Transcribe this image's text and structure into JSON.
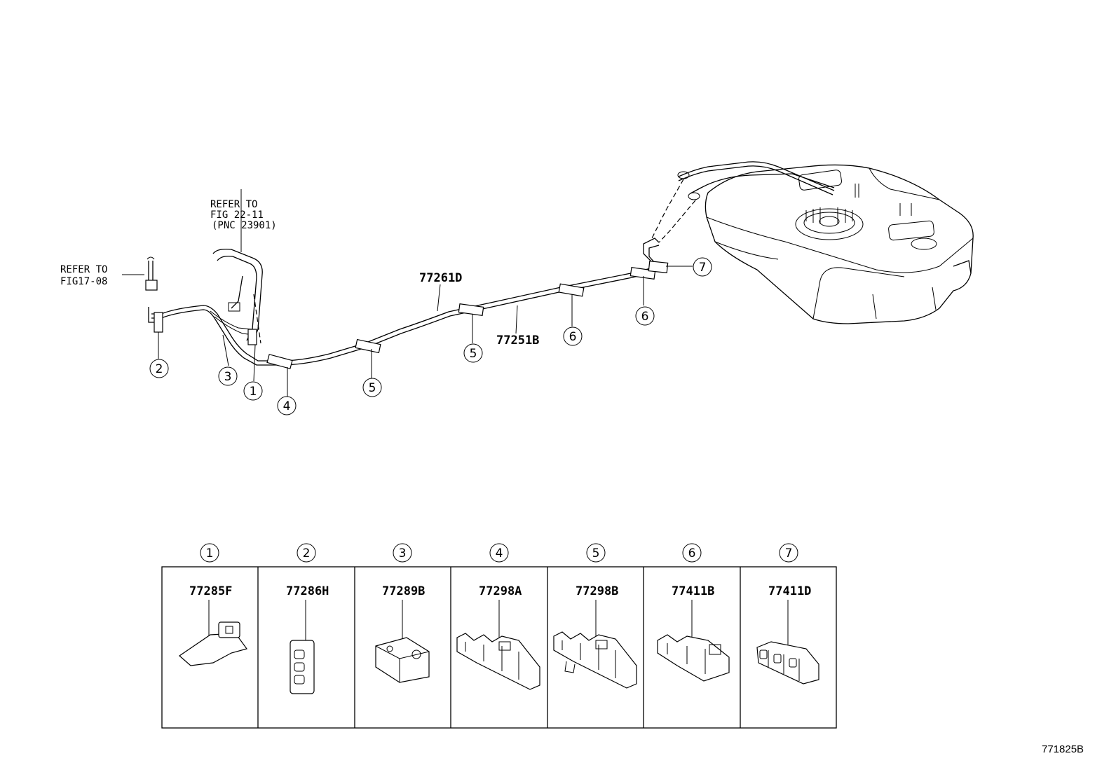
{
  "diagram_code": "771825B",
  "references": {
    "fig_22_11": {
      "line1": "REFER TO",
      "line2": "FIG 22-11",
      "line3": "(PNC 23901)"
    },
    "fig_17_08": {
      "line1": "REFER TO",
      "line2": "FIG17-08"
    }
  },
  "main_parts": {
    "tube_main": "77261D",
    "tube_return": "77251B"
  },
  "callouts": {
    "c1": "1",
    "c2": "2",
    "c3": "3",
    "c4": "4",
    "c5a": "5",
    "c5b": "5",
    "c6a": "6",
    "c6b": "6",
    "c7": "7"
  },
  "legend": [
    {
      "index": "1",
      "part": "77285F"
    },
    {
      "index": "2",
      "part": "77286H"
    },
    {
      "index": "3",
      "part": "77289B"
    },
    {
      "index": "4",
      "part": "77298A"
    },
    {
      "index": "5",
      "part": "77298B"
    },
    {
      "index": "6",
      "part": "77411B"
    },
    {
      "index": "7",
      "part": "77411D"
    }
  ]
}
